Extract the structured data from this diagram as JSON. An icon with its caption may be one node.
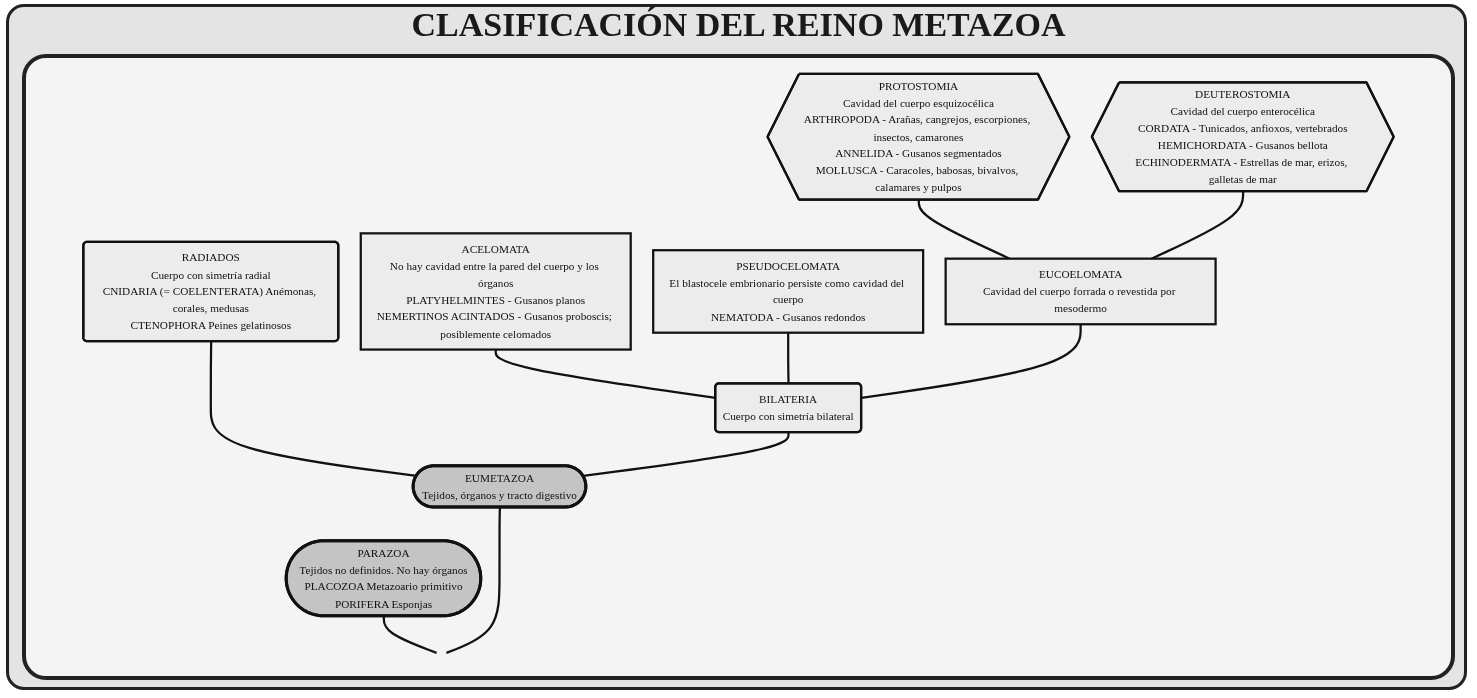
{
  "diagram": {
    "title": "CLASIFICACIÓN DEL REINO METAZOA",
    "nodes": [
      {
        "text": [
          "ACELOMATA",
          "No hay cavidad entre la pared del cuerpo y los órganos",
          "PLATYHELMINTES - Gusanos planos",
          "NEMERTINOS ACINTADOS - Gusanos proboscis; posiblemente celomados"
        ]
      },
      {
        "text": [
          "PSEUDOCELOMATA",
          "El blastocele embrionario persiste como cavidad del cuerpo",
          "NEMATODA - Gusanos redondos"
        ]
      },
      {
        "text": [
          "PROTOSTOMIA",
          "Cavidad del cuerpo esquizocélica",
          "ARTHROPODA - Arañas, cangrejos, escorpiones, insectos, camarones",
          "ANNELIDA - Gusanos segmentados",
          "MOLLUSCA - Caracoles, babosas, bivalvos, calamares y pulpos"
        ]
      },
      {
        "text": [
          "DEUTEROSTOMIA",
          "Cavidad del cuerpo enterocélica",
          "CORDATA - Tunicados, anfioxos, vertebrados",
          "HEMICHORDATA - Gusanos bellota",
          "ECHINODERMATA - Estrellas de mar, erizos, galletas de mar"
        ]
      },
      {
        "text": [
          "RADIADOS",
          "Cuerpo con simetría radial",
          "CNIDARIA (= COELENTERATA) Anémonas, corales, medusas",
          "CTENOPHORA Peines gelatinosos"
        ]
      },
      {
        "text": [
          "BILATERIA",
          "Cuerpo con simetría bilateral"
        ]
      },
      {
        "text": [
          "EUCOELOMATA",
          "Cavidad del cuerpo forrada o revestida por mesodermo"
        ]
      },
      {
        "text": [
          "EUMETAZOA",
          "Tejidos, órganos y tracto digestivo"
        ]
      },
      {
        "text": [
          "PARAZOA",
          "Tejidos no definidos. No hay órganos",
          "PLACOZOA Metazoario primitivo",
          "PORIFERA Esponjas"
        ]
      }
    ],
    "edges": [
      {
        "from": null,
        "to": 7,
        "arrow": "none"
      },
      {
        "from": null,
        "to": 8,
        "arrow": "none"
      },
      {
        "from": 7,
        "to": 4,
        "arrow": "none"
      },
      {
        "from": 7,
        "to": 5,
        "arrow": "none"
      },
      {
        "from": 5,
        "to": 0,
        "arrow": "none"
      },
      {
        "from": 5,
        "to": 1,
        "arrow": "none"
      },
      {
        "from": 5,
        "to": 6,
        "arrow": "none"
      },
      {
        "from": 6,
        "to": 2,
        "arrow": "none"
      },
      {
        "from": 6,
        "to": 3,
        "arrow": "none"
      }
    ]
  }
}
